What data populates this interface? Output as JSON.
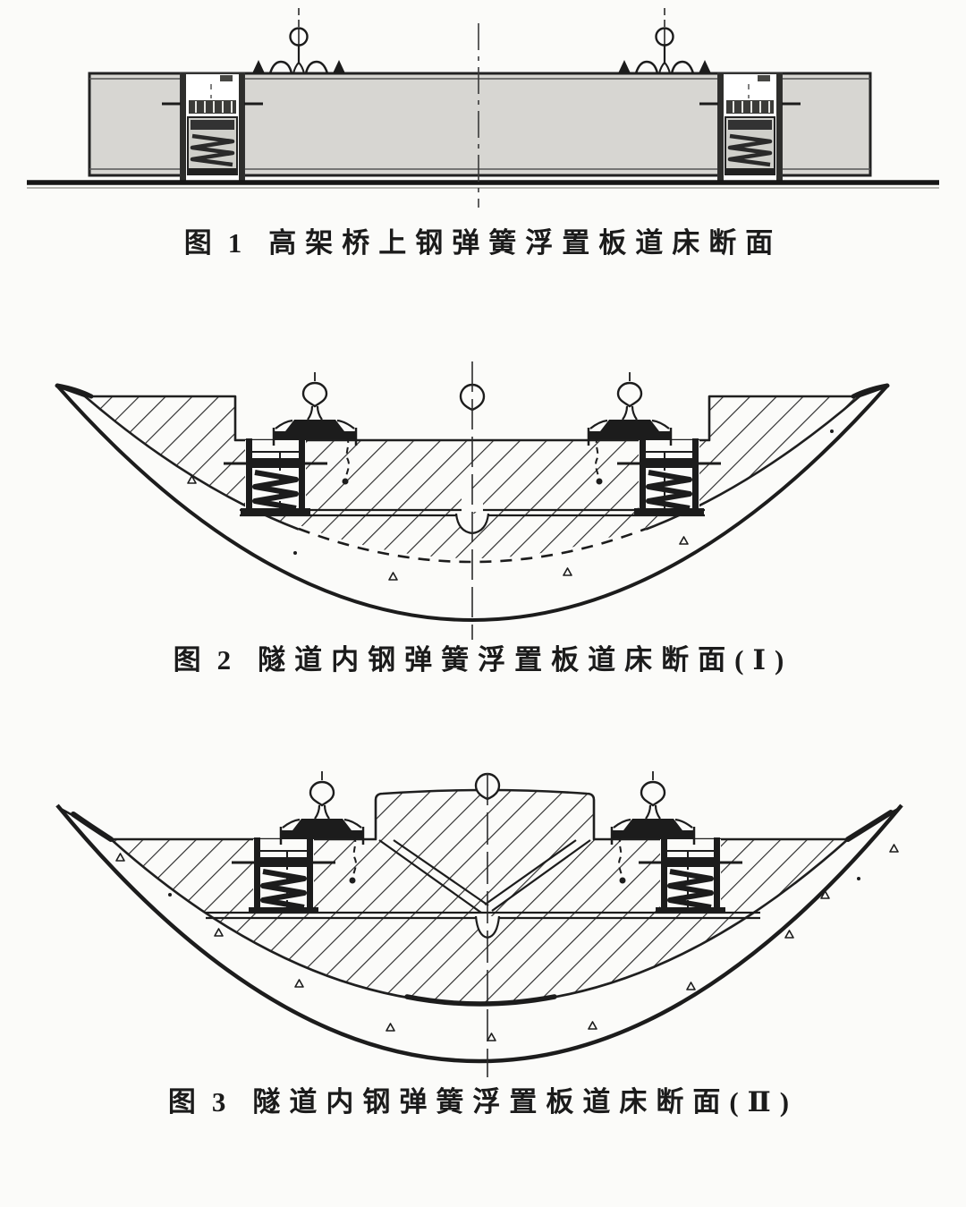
{
  "page": {
    "background": "#fbfbf9",
    "ink": "#1c1c1c",
    "slab_gray": "#d7d6d2"
  },
  "figures": [
    {
      "label": "图",
      "number": "1",
      "title": "高架桥上钢弹簧浮置板道床断面"
    },
    {
      "label": "图",
      "number": "2",
      "title": "隧道内钢弹簧浮置板道床断面(Ⅰ)"
    },
    {
      "label": "图",
      "number": "3",
      "title": "隧道内钢弹簧浮置板道床断面(Ⅱ)"
    }
  ]
}
